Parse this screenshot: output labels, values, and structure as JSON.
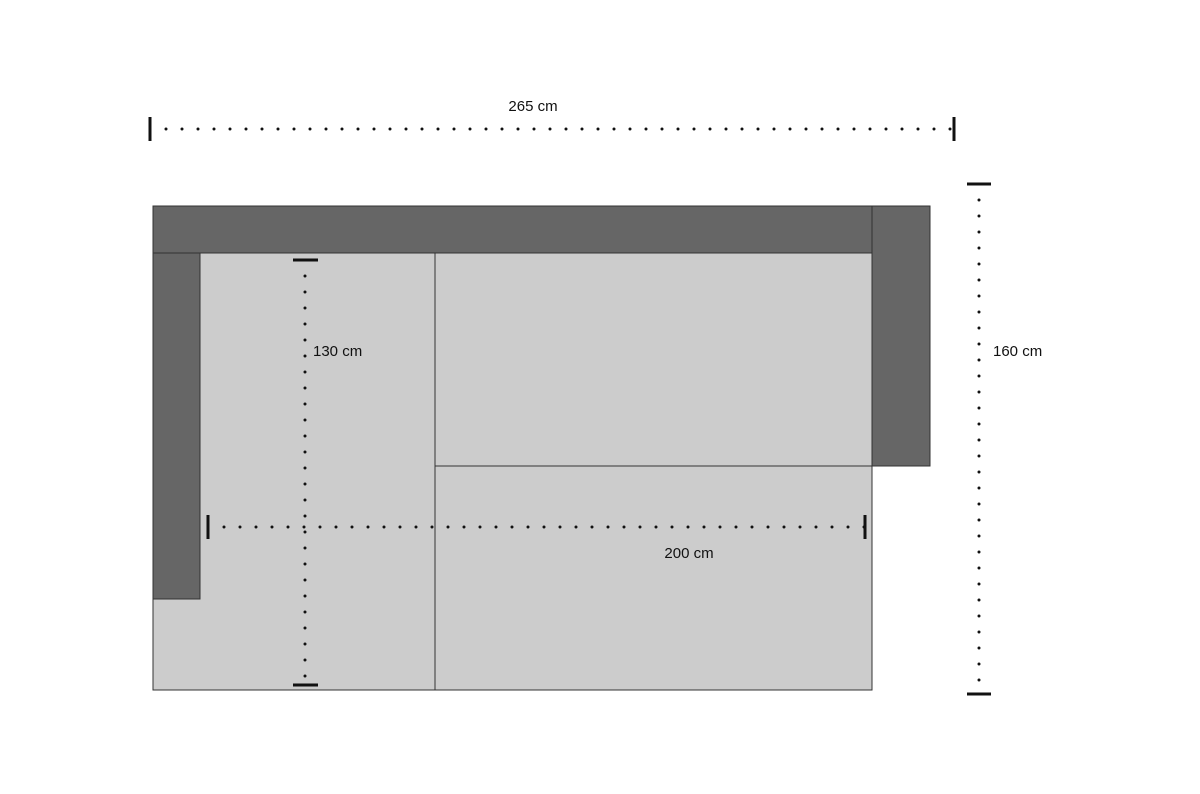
{
  "dimensions": {
    "total_width_label": "265 cm",
    "total_depth_label": "160 cm",
    "seat_depth_label": "130 cm",
    "seat_width_label": "200 cm"
  },
  "colors": {
    "backrest": "#666666",
    "seat": "#cccccc",
    "outline": "#333333",
    "dimension_line": "#111111"
  }
}
